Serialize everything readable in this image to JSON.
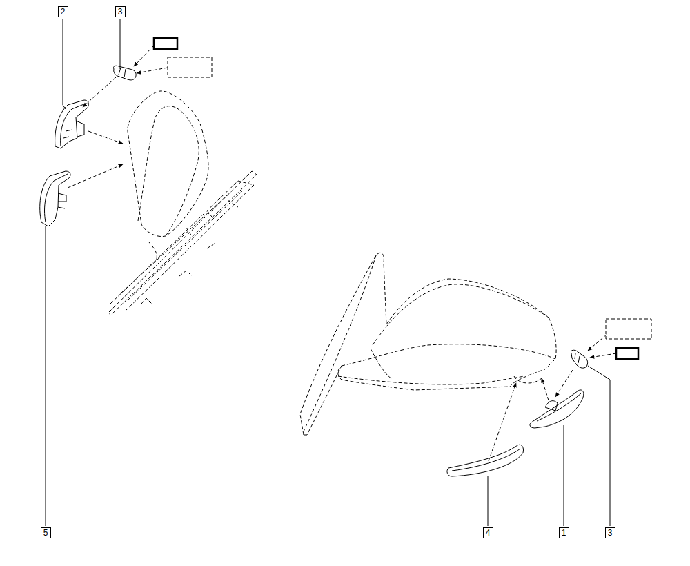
{
  "diagram": {
    "labels": [
      "2",
      "3",
      "5",
      "4",
      "1",
      "3"
    ]
  }
}
